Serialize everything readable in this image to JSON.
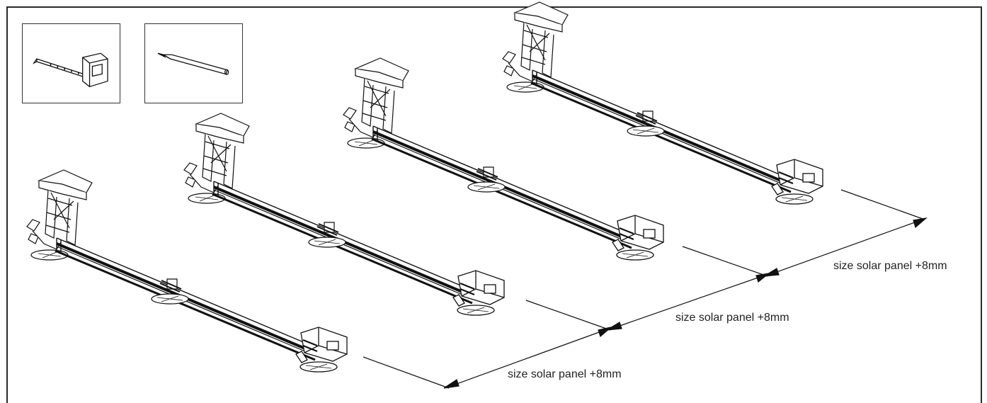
{
  "tools": [
    {
      "name": "measuring-tape-icon"
    },
    {
      "name": "pencil-icon"
    }
  ],
  "dimensions": [
    {
      "label": "size solar panel +8mm"
    },
    {
      "label": "size solar panel +8mm"
    },
    {
      "label": "size solar panel +8mm"
    }
  ],
  "colors": {
    "line": "#1a1a1a",
    "frame": "#2a2a2a",
    "background": "#ffffff"
  }
}
